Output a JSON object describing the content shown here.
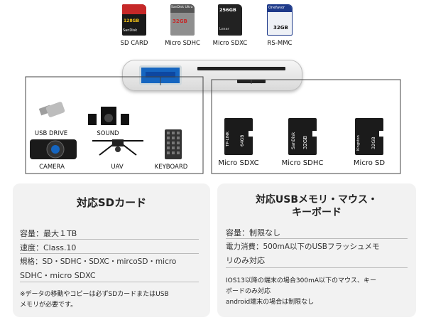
{
  "cards": [
    {
      "label": "SD CARD",
      "brand": "SanDisk",
      "capacity": "128GB",
      "color": "#c62828"
    },
    {
      "label": "Micro SDHC",
      "brand": "SanDisk Ultra",
      "capacity": "32GB",
      "color": "#9e9e9e"
    },
    {
      "label": "Micro SDXC",
      "brand": "Lexar",
      "capacity": "256GB",
      "color": "#212121"
    },
    {
      "label": "RS-MMC",
      "brand": "Onefavor",
      "capacity": "32GB",
      "color": "#1e3a8a"
    }
  ],
  "devices": [
    {
      "label": "USB DRIVE",
      "icon": "usb-drive-icon"
    },
    {
      "label": "SOUND",
      "icon": "speaker-icon"
    },
    {
      "label": "CAMERA",
      "icon": "camera-icon"
    },
    {
      "label": "UAV",
      "icon": "drone-icon"
    },
    {
      "label": "KEYBOARD",
      "icon": "keyboard-icon"
    }
  ],
  "microcards": [
    {
      "label": "Micro SDXC",
      "brand": "TP-LINK",
      "capacity": "64GB"
    },
    {
      "label": "Micro SDHC",
      "brand": "SanDisk",
      "capacity": "32GB"
    },
    {
      "label": "Micro SD",
      "brand": "Kingston",
      "capacity": "32GB"
    }
  ],
  "sd_panel": {
    "title": "対応SDカード",
    "rows": [
      "容量：最大１TB",
      "速度：Class.10",
      "規格：SD・SDHC・SDXC・mircoSD・micro",
      "SDHC・micro SDXC"
    ],
    "note_line1": "※データの移動やコピーは必ずSDカードまたはUSB",
    "note_line2": "メモリが必要です。"
  },
  "usb_panel": {
    "title_line1": "対応USBメモリ・マウス・",
    "title_line2": "キーボード",
    "rows": [
      "容量：制限なし",
      "電力消費：500mA以下のUSBフラッシュメモ",
      "リのみ対応"
    ],
    "note_line1": "IOS13以降の端末の場合300mA以下のマウス、キー",
    "note_line2": "ボードのみ対応",
    "note_line3": "android端末の場合は制限なし"
  },
  "colors": {
    "usb_port": "#1565c0",
    "panel_bg": "#f2f2f2"
  }
}
